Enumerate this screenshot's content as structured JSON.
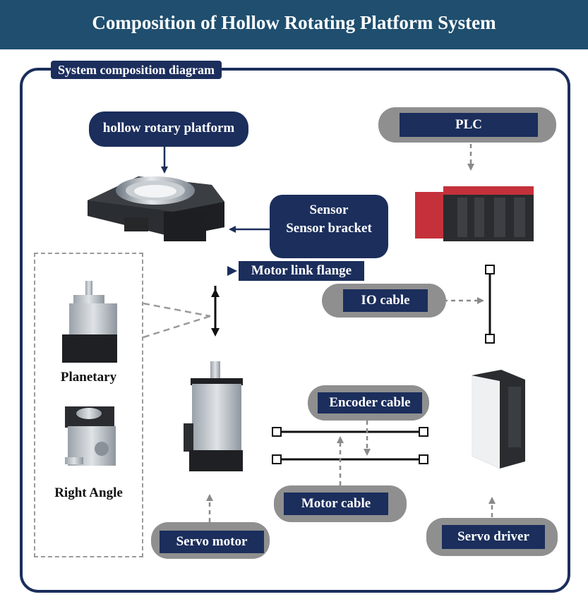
{
  "header": {
    "title": "Composition of Hollow Rotating Platform System"
  },
  "frame": {
    "title": "System composition diagram"
  },
  "nodes": {
    "hollow_platform": "hollow rotary platform",
    "plc": "PLC",
    "sensor_line1": "Sensor",
    "sensor_line2": "Sensor bracket",
    "motor_flange": "Motor link flange",
    "io_cable": "IO cable",
    "encoder_cable": "Encoder cable",
    "motor_cable": "Motor cable",
    "servo_motor": "Servo motor",
    "servo_driver": "Servo driver",
    "planetary": "Planetary",
    "right_angle": "Right Angle"
  },
  "colors": {
    "navy": "#1b2e5c",
    "header": "#1f4e6e",
    "gray": "#8f8f8f"
  }
}
